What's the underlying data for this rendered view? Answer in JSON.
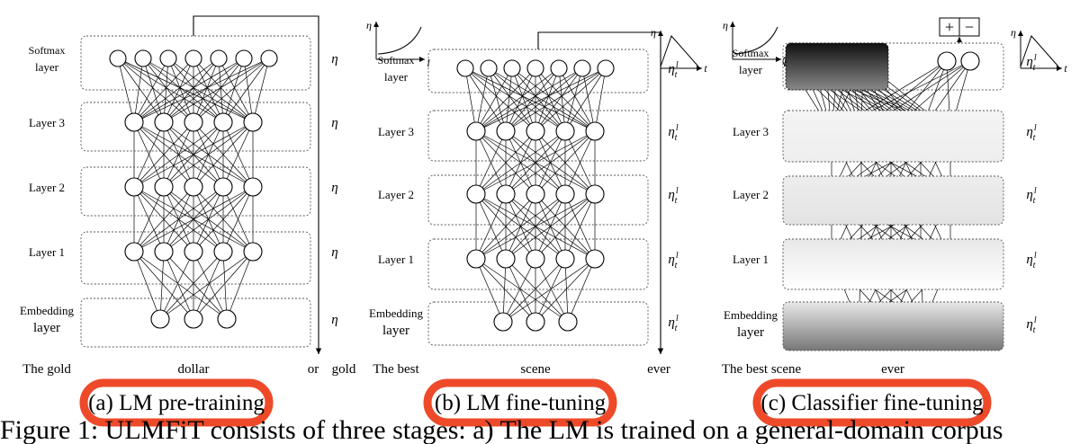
{
  "panels": [
    {
      "caption": "(a) LM pre-training",
      "layers": [
        {
          "label": [
            "Softmax",
            "layer"
          ],
          "rate": "η"
        },
        {
          "label": [
            "Layer 3"
          ],
          "rate": "η"
        },
        {
          "label": [
            "Layer 2"
          ],
          "rate": "η"
        },
        {
          "label": [
            "Layer 1"
          ],
          "rate": "η"
        },
        {
          "label": [
            "Embedding",
            "layer"
          ],
          "rate": "η"
        }
      ],
      "words": [
        {
          "text": "The gold"
        },
        {
          "text": "dollar"
        },
        {
          "text": "or"
        },
        {
          "text": "gold"
        }
      ]
    },
    {
      "caption": "(b) LM fine-tuning",
      "layers": [
        {
          "label": [
            "Softmax",
            "layer"
          ],
          "rate": "ηtl"
        },
        {
          "label": [
            "Layer 3"
          ],
          "rate": "ηtl"
        },
        {
          "label": [
            "Layer 2"
          ],
          "rate": "ηtl"
        },
        {
          "label": [
            "Layer 1"
          ],
          "rate": "ηtl"
        },
        {
          "label": [
            "Embedding",
            "layer"
          ],
          "rate": "ηtl"
        }
      ],
      "words": [
        {
          "text": "The best"
        },
        {
          "text": "scene"
        },
        {
          "text": "ever"
        }
      ],
      "graph_labels": {
        "lr_axis": "η",
        "layer_axis": "l",
        "time_axis": "t"
      }
    },
    {
      "caption": "(c) Classifier fine-tuning",
      "layers": [
        {
          "label": [
            "Softmax",
            "layer"
          ],
          "rate": "ηtl"
        },
        {
          "label": [
            "Layer 3"
          ],
          "rate": "ηtl"
        },
        {
          "label": [
            "Layer 2"
          ],
          "rate": "ηtl"
        },
        {
          "label": [
            "Layer 1"
          ],
          "rate": "ηtl"
        },
        {
          "label": [
            "Embedding",
            "layer"
          ],
          "rate": "ηtl"
        }
      ],
      "words": [
        {
          "text": "The best scene"
        },
        {
          "text": "ever"
        }
      ],
      "graph_labels": {
        "lr_axis": "η",
        "layer_axis": "l",
        "time_axis": "t"
      },
      "output_symbols": [
        "+",
        "−"
      ]
    }
  ],
  "figure_caption": "Figure 1: ULMFiT consists of three stages: a) The LM is trained on a general-domain corpus"
}
